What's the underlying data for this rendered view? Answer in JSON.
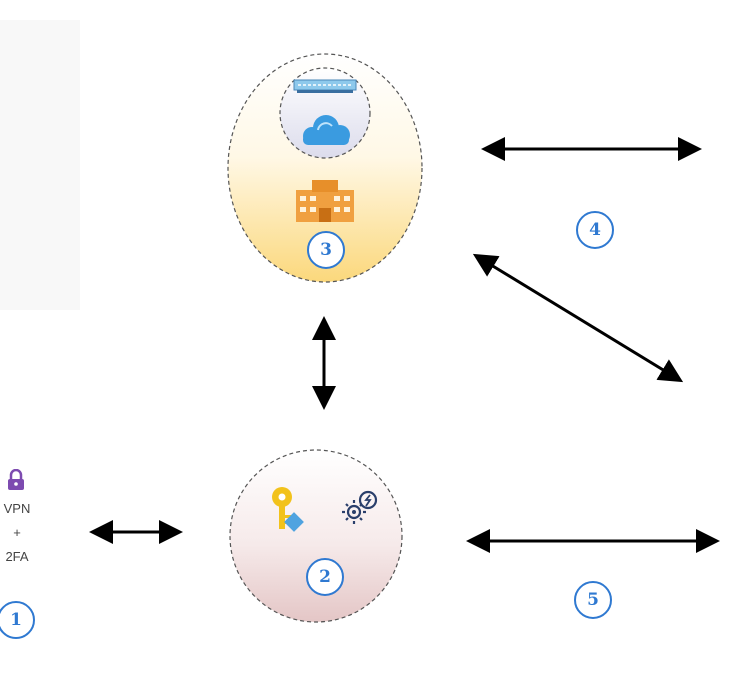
{
  "remote_access": {
    "line1": "VPN",
    "line2": "+",
    "line3": "2FA",
    "icon": "lock-icon"
  },
  "nodes": [
    {
      "id": "1",
      "label": "1",
      "icons": [
        "lock-icon"
      ]
    },
    {
      "id": "2",
      "label": "2",
      "icons": [
        "key-icon",
        "gear-icon"
      ],
      "gradient": [
        "#ffffff",
        "#ead3d3"
      ]
    },
    {
      "id": "3",
      "label": "3",
      "icons": [
        "server-rack-icon",
        "cloud-icon",
        "building-icon"
      ],
      "gradient": [
        "#ffffff",
        "#fbd87c"
      ]
    }
  ],
  "connection_labels": {
    "top_right": "4",
    "bottom_right": "5"
  },
  "colors": {
    "accent_blue": "#2f79d1",
    "lock_purple": "#7d4bb0",
    "building_orange": "#f0a040",
    "cloud_blue": "#3a9be0",
    "key_yellow": "#f2c21b",
    "gear_navy": "#2a3f6b"
  }
}
